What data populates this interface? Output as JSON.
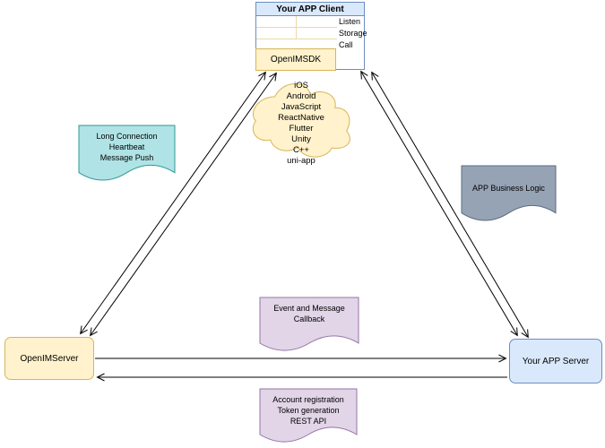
{
  "colors": {
    "canvas_bg": "#ffffff",
    "line": "#000000",
    "blue_fill": "#dae8fc",
    "blue_stroke": "#6c8ebf",
    "yellow_fill": "#fff2cc",
    "yellow_stroke": "#d6b656",
    "teal_fill": "#b0e3e6",
    "teal_stroke": "#2d9a94",
    "gray_fill": "#96a3b5",
    "gray_stroke": "#5c6b7d",
    "purple_fill": "#e1d5e7",
    "purple_stroke": "#9673a6",
    "table_line": "#ead9a8"
  },
  "client": {
    "title": "Your APP Client",
    "side_labels": [
      "Listen",
      "Storage",
      "Call"
    ],
    "sdk_label": "OpenIMSDK"
  },
  "cloud": {
    "platforms": [
      "iOS",
      "Android",
      "JavaScript",
      "ReactNative",
      "Flutter",
      "Unity",
      "C++",
      "uni-app"
    ]
  },
  "notes": {
    "long_connection": [
      "Long Connection",
      "Heartbeat",
      "Message Push"
    ],
    "business_logic": [
      "APP Business Logic"
    ],
    "event_callback": [
      "Event and Message",
      "Callback"
    ],
    "rest_api": [
      "Account registration",
      "Token generation",
      "REST API"
    ]
  },
  "nodes": {
    "openim_server": "OpenIMServer",
    "your_app_server": "Your APP Server"
  }
}
